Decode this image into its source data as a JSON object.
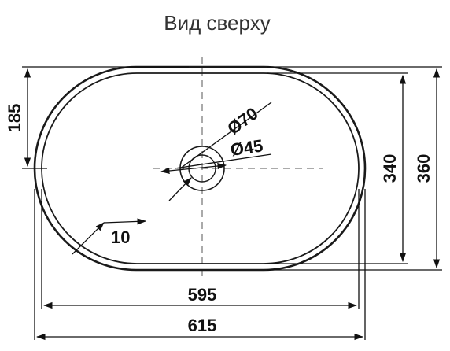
{
  "drawing": {
    "title": "Вид сверху",
    "dimensions": {
      "inner_length": "595",
      "outer_length": "615",
      "inner_width": "340",
      "outer_width": "360",
      "half_width": "185",
      "rim": "10",
      "drain_outer": "Ø70",
      "drain_inner": "Ø45"
    }
  }
}
